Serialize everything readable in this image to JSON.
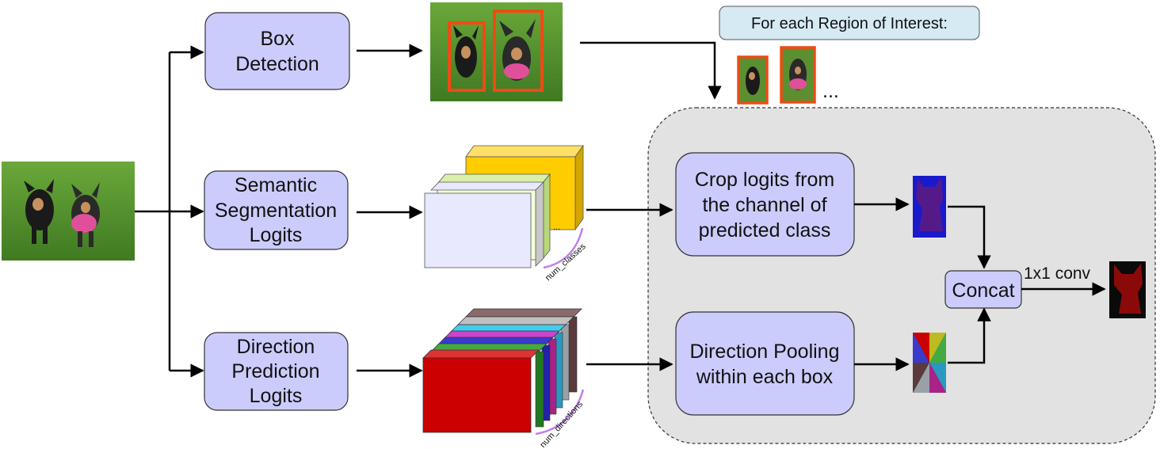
{
  "nodes": {
    "box_detection": [
      "Box",
      "Detection"
    ],
    "semantic_seg": [
      "Semantic",
      "Segmentation",
      "Logits"
    ],
    "direction_pred": [
      "Direction",
      "Prediction",
      "Logits"
    ],
    "crop_logits": [
      "Crop logits from",
      "the channel of",
      "predicted class"
    ],
    "direction_pooling": [
      "Direction Pooling",
      "within each box"
    ],
    "concat": "Concat"
  },
  "banner": "For each Region of Interest:",
  "ellipsis_roi": "...",
  "ellipsis_stack": "...",
  "labels": {
    "num_classes": "num_classes",
    "num_directions": "num_directions",
    "conv": "1x1 conv"
  },
  "colors": {
    "node_fill": "#ccccfc",
    "node_stroke": "#333333",
    "banner_fill": "#d6eaf4",
    "region_fill": "#e2e2e2",
    "box_orange": "#f04a14",
    "purple_curve": "#c080e8",
    "class_back": "#ffcc00",
    "direction_front": "#cc0000"
  },
  "icons": {
    "input_photo": "two-dogs-photo-icon",
    "detection_photo": "detected-dogs-photo-icon",
    "roi_crops": "dog-crop-icon",
    "crop_output": "purple-logit-crop-icon",
    "direction_output": "direction-pooling-map-icon",
    "final_mask": "dog-mask-icon"
  }
}
